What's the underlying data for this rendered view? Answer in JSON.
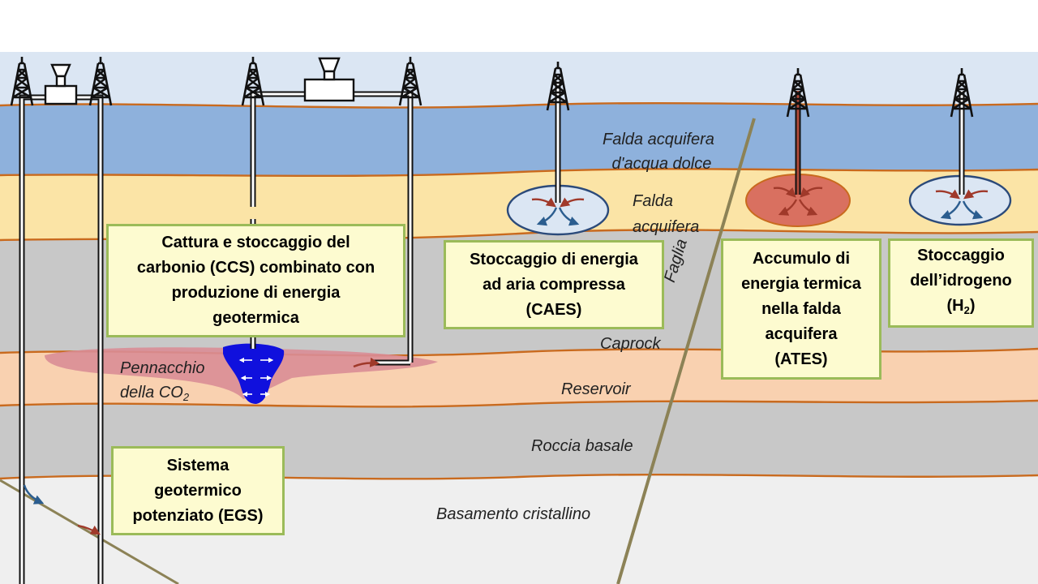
{
  "colors": {
    "sky": "#dbe6f3",
    "freshwater_aquifer": "#8eb1dc",
    "aquifer": "#fbe4a6",
    "caprock": "#c8c8c8",
    "reservoir": "#f9d1b0",
    "bedrock": "#c8c8c8",
    "basement": "#efefef",
    "layer_boundary": "#c96a1e",
    "fault": "#8c8256",
    "box_fill": "#fdfbd0",
    "box_border": "#9bbb59",
    "co2_plume": "#d98d96",
    "co2_injection": "#1010dd",
    "hot_storage": "#d97060",
    "arrow_hot": "#a0392a",
    "arrow_cold": "#2b5d8f"
  },
  "icons": [
    "drilling-rig-icon",
    "wellhead-plant-icon",
    "flow-arrow-icon"
  ],
  "boxes": {
    "ccs": "Cattura e stoccaggio del\ncarbonio (CCS) combinato con\nproduzione di energia\ngeotermica",
    "caes": "Stoccaggio di energia\nad aria compressa\n(CAES)",
    "ates": "Accumulo di\nenergia termica\nnella falda\nacquifera\n(ATES)",
    "h2_line1": "Stoccaggio",
    "h2_line2": "dell’idrogeno",
    "h2_line3_pre": "(H",
    "h2_line3_sub": "2",
    "h2_line3_post": ")",
    "egs": "Sistema\ngeotermico\npotenziato (EGS)"
  },
  "labels": {
    "freshwater_line1": "Falda acquifera",
    "freshwater_line2": "d'acqua dolce",
    "aquifer_line1": "Falda",
    "aquifer_line2": "acquifera",
    "fault": "Faglia",
    "caprock": "Caprock",
    "reservoir": "Reservoir",
    "bedrock": "Roccia basale",
    "basement": "Basamento cristallino",
    "plume_line1": "Pennacchio",
    "plume_line2_pre": "della CO",
    "plume_line2_sub": "2"
  }
}
